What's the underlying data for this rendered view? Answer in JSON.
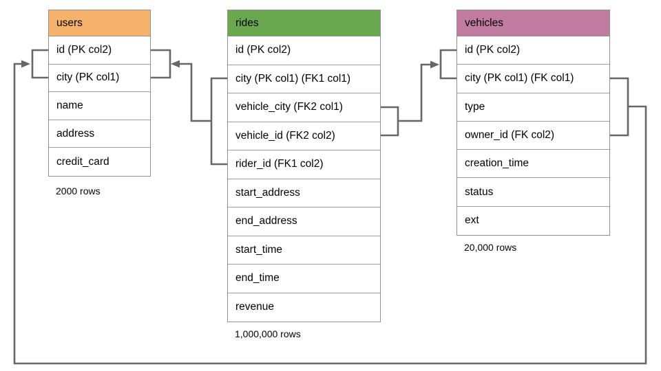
{
  "tables": {
    "users": {
      "title": "users",
      "header_color": "#F6B26B",
      "rows": [
        "id (PK col2)",
        "city (PK col1)",
        "name",
        "address",
        "credit_card"
      ],
      "row_count_label": "2000 rows"
    },
    "rides": {
      "title": "rides",
      "header_color": "#6AA84F",
      "rows": [
        "id (PK col2)",
        "city (PK col1) (FK1 col1)",
        "vehicle_city (FK2 col1)",
        "vehicle_id (FK2 col2)",
        "rider_id (FK1 col2)",
        "start_address",
        "end_address",
        "start_time",
        "end_time",
        "revenue"
      ],
      "row_count_label": "1,000,000 rows"
    },
    "vehicles": {
      "title": "vehicles",
      "header_color": "#C27BA0",
      "rows": [
        "id (PK col2)",
        "city (PK col1) (FK col1)",
        "type",
        "owner_id (FK col2)",
        "creation_time",
        "status",
        "ext"
      ],
      "row_count_label": "20,000 rows"
    }
  },
  "relationships": [
    {
      "name": "FK1",
      "from_table": "rides",
      "from_columns": [
        "city",
        "rider_id"
      ],
      "to_table": "users",
      "to_columns": [
        "id",
        "city"
      ]
    },
    {
      "name": "FK2",
      "from_table": "rides",
      "from_columns": [
        "vehicle_city",
        "vehicle_id"
      ],
      "to_table": "vehicles",
      "to_columns": [
        "id",
        "city"
      ]
    },
    {
      "name": "FK",
      "from_table": "vehicles",
      "from_columns": [
        "city",
        "owner_id"
      ],
      "to_table": "users",
      "to_columns": [
        "id",
        "city"
      ]
    }
  ],
  "colors": {
    "connector": "#666666",
    "table_border": "#9e9e9e",
    "text": "#000000",
    "background": "#FFFFFF"
  }
}
